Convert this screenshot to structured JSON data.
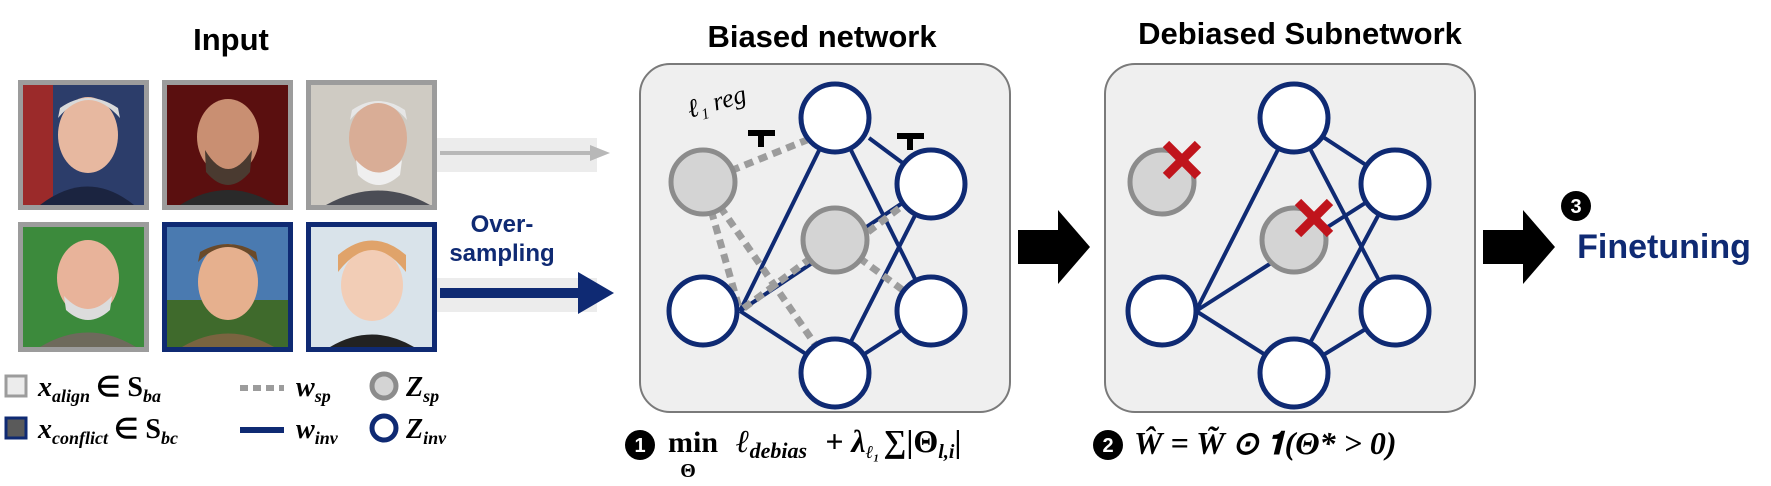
{
  "titles": {
    "input": "Input",
    "biased": "Biased network",
    "debiased": "Debiased Subnetwork"
  },
  "labels": {
    "oversampling_1": "Over-",
    "oversampling_2": "sampling",
    "l1reg": "ℓ₁ reg",
    "finetuning": "Finetuning"
  },
  "steps": {
    "s1": "1",
    "s2": "2",
    "s3": "3"
  },
  "legend": {
    "align_main": "x",
    "align_sub": "align",
    "align_set": "∈ S",
    "align_set_sub": "ba",
    "conflict_main": "x",
    "conflict_sub": "conflict",
    "conflict_set": "∈ S",
    "conflict_set_sub": "bc",
    "wsp_main": "w",
    "wsp_sub": "sp",
    "winv_main": "w",
    "winv_sub": "inv",
    "zsp_main": "Z",
    "zsp_sub": "sp",
    "zinv_main": "Z",
    "zinv_sub": "inv"
  },
  "formulas": {
    "f1_min": "min",
    "f1_theta": "Θ",
    "f1_ell": "ℓ",
    "f1_ell_sub": "debias",
    "f1_plus": "+ λ",
    "f1_lambda_sub": "ℓ₁",
    "f1_sum": "∑|Θ",
    "f1_theta_sub": "l,i",
    "f1_close": "|",
    "f2": "Ŵ = W̃ ⊙ 𝟏(Θ* > 0)"
  },
  "colors": {
    "navy": "#0f2a73",
    "gray_node": "#8c8c8c",
    "gray_fill": "#d4d4d4",
    "panel_fill": "#efefef",
    "cross": "#c0141c"
  },
  "icons": {
    "mask": "x-mark-icon",
    "arrow": "arrow-right-icon"
  }
}
